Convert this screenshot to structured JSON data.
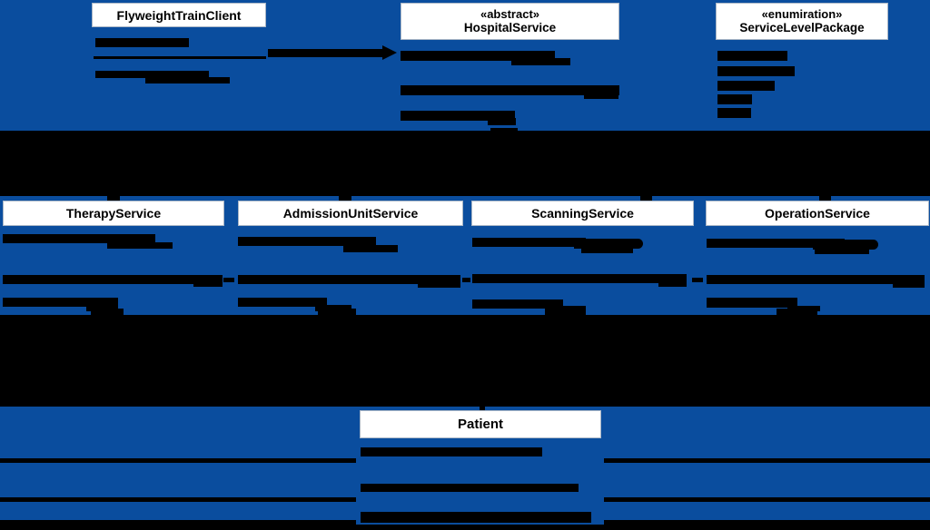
{
  "colors": {
    "background": "#0a4d9e",
    "box_fill": "#ffffff",
    "box_border": "#a9b6c6",
    "ink": "#000000"
  },
  "classes": {
    "flyweight_train_client": {
      "name": "FlyweightTrainClient"
    },
    "hospital_service": {
      "stereotype": "«abstract»",
      "name": "HospitalService"
    },
    "service_level_package": {
      "stereotype": "«enumiration»",
      "name": "ServiceLevelPackage"
    },
    "therapy_service": {
      "name": "TherapyService"
    },
    "admission_unit_service": {
      "name": "AdmissionUnitService"
    },
    "scanning_service": {
      "name": "ScanningService"
    },
    "operation_service": {
      "name": "OperationService"
    },
    "patient": {
      "name": "Patient"
    }
  }
}
